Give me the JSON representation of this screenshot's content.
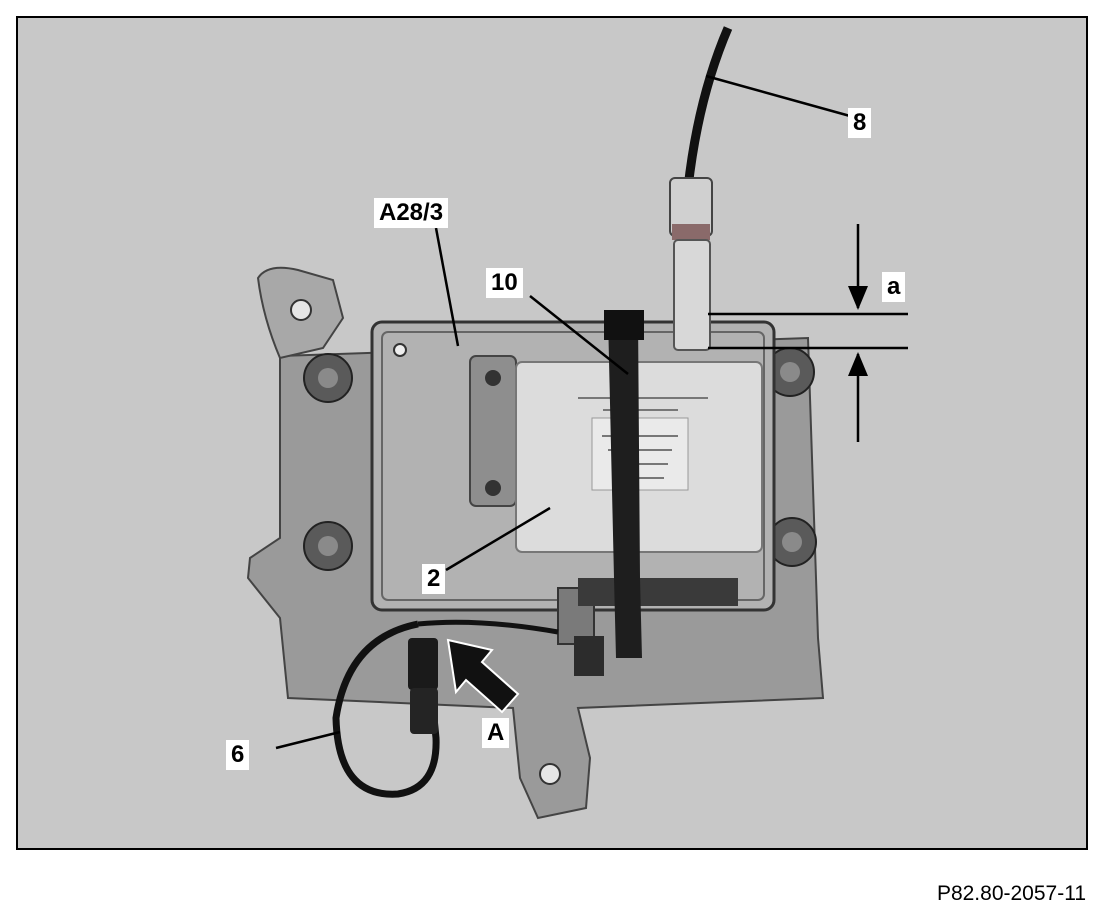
{
  "figure": {
    "reference": "P82.80-2057-11",
    "callouts": {
      "component": "A28/3",
      "cable_tie": "10",
      "cable_top": "8",
      "dimension": "a",
      "module": "2",
      "arrow_view": "A",
      "cable_loop": "6"
    }
  }
}
